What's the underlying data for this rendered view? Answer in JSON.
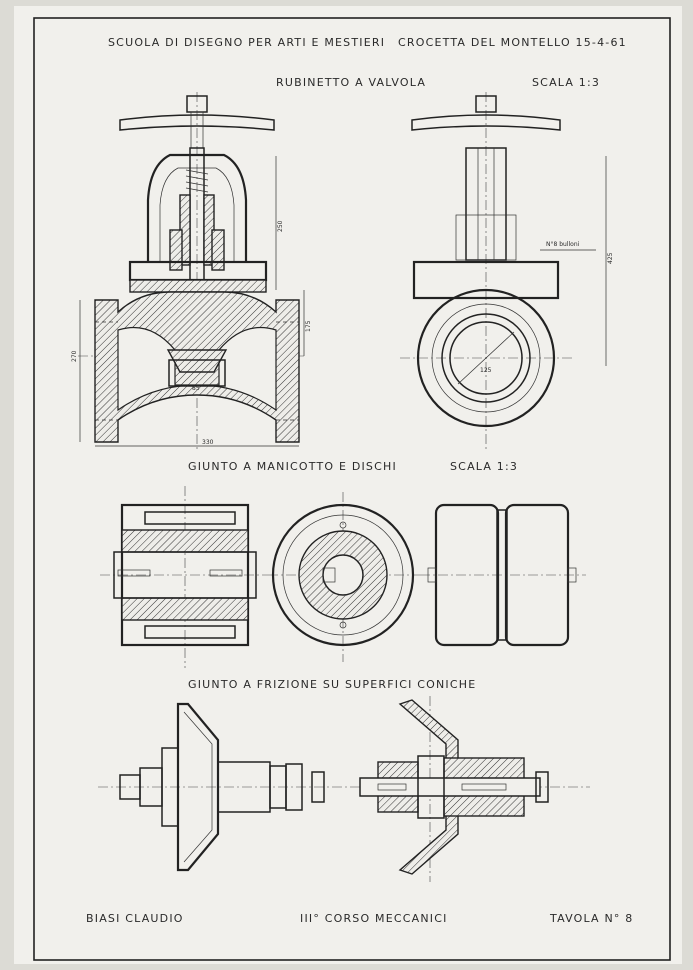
{
  "header": {
    "school": "SCUOLA DI DISEGNO PER ARTI E MESTIERI",
    "place_date": "CROCETTA DEL MONTELLO 15-4-61"
  },
  "section_valve": {
    "title": "RUBINETTO A VALVOLA",
    "scale": "SCALA 1:3",
    "dims": {
      "d250": "250",
      "d175": "175",
      "d270": "270",
      "d85": "85",
      "d330": "330",
      "d425": "425",
      "d125": "125"
    },
    "bolts_note": "N°8 bulloni"
  },
  "section_sleeve": {
    "title": "GIUNTO A MANICOTTO E DISCHI",
    "scale": "SCALA 1:3"
  },
  "section_friction": {
    "title": "GIUNTO A FRIZIONE SU SUPERFICI CONICHE"
  },
  "footer": {
    "author": "BIASI CLAUDIO",
    "course": "III° CORSO MECCANICI",
    "plate": "TAVOLA N° 8"
  }
}
